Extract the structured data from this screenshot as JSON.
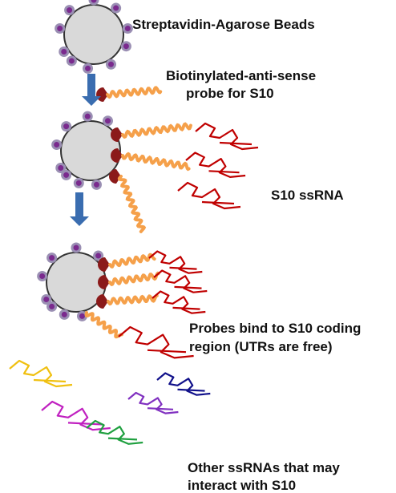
{
  "labels": {
    "beads": "Streptavidin-Agarose Beads",
    "probe_line1": "Biotinylated-anti-sense",
    "probe_line2": "probe for S10",
    "ssrna": "S10 ssRNA",
    "bind_line1": "Probes bind to S10 coding",
    "bind_line2": "region (UTRs  are free)",
    "other_line1": "Other ssRNAs that may",
    "other_line2": "interact with S10"
  },
  "colors": {
    "bead_fill": "#d9d9d9",
    "bead_stroke": "#333333",
    "streptavidin_outer": "#9a8fb3",
    "streptavidin_inner": "#7a2a8e",
    "biotin": "#8b1a1a",
    "probe": "#f5a04a",
    "s10_rna": "#c00000",
    "arrow": "#3a6db0",
    "other_rna": [
      "#f0c010",
      "#c020c0",
      "#20a040",
      "#8030c0",
      "#10108a"
    ]
  }
}
